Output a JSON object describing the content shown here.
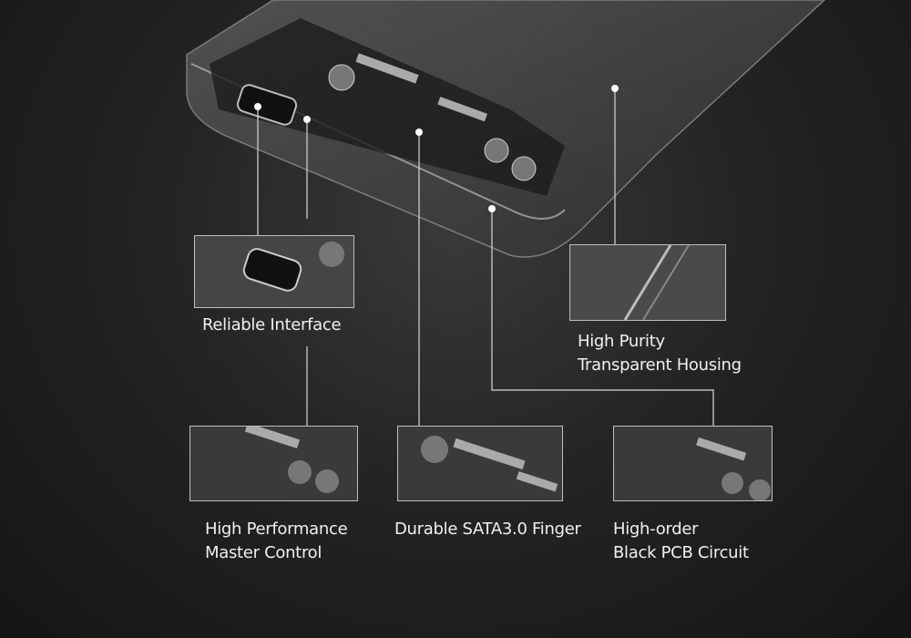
{
  "features": {
    "interface": {
      "label": "Reliable Interface"
    },
    "housing": {
      "line1": "High Purity",
      "line2": "Transparent Housing"
    },
    "master_control": {
      "line1": "High Performance",
      "line2": "Master Control"
    },
    "sata": {
      "label": "Durable SATA3.0 Finger"
    },
    "pcb": {
      "line1": "High-order",
      "line2": "Black PCB Circuit"
    }
  },
  "colors": {
    "background": "#1f1f1f",
    "lines": "#d8d8d8",
    "text": "#f0f0f0"
  }
}
